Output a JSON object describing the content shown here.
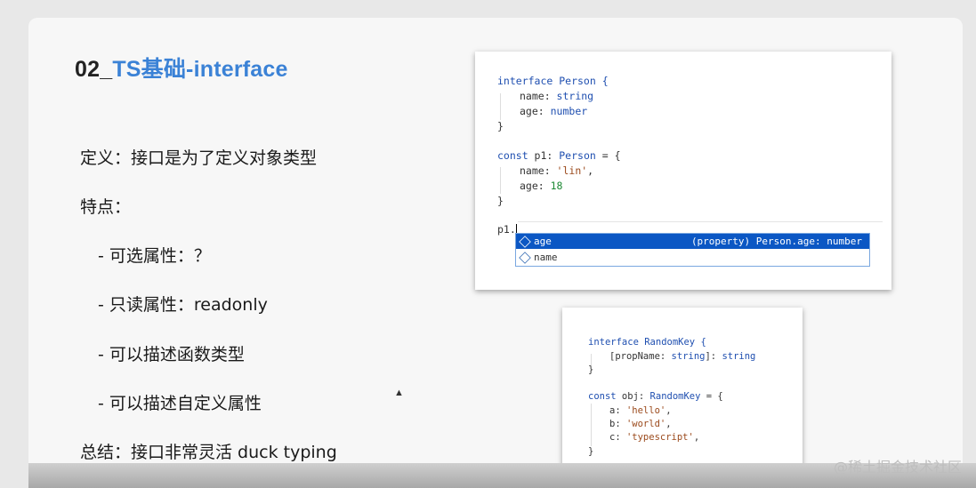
{
  "slide": {
    "title_number": "02_",
    "title_text": "TS基础-interface",
    "definition": "定义：接口是为了定义对象类型",
    "features_label": "特点：",
    "features": [
      "- 可选属性：？",
      "- 只读属性：readonly",
      "- 可以描述函数类型",
      "- 可以描述自定义属性"
    ],
    "summary": "总结：接口非常灵活 duck typing"
  },
  "code_top": {
    "l1_kw": "interface",
    "l1_name": " Person {",
    "l2_prop": "name: ",
    "l2_type": "string",
    "l3_prop": "age: ",
    "l3_type": "number",
    "l4": "}",
    "l5_kw": "const",
    "l5_rest": " p1: ",
    "l5_type": "Person",
    "l5_end": " = {",
    "l6_prop": "name: ",
    "l6_val": "'lin'",
    "l6_end": ",",
    "l7_prop": "age: ",
    "l7_val": "18",
    "l8": "}",
    "l9": "p1."
  },
  "autocomplete": {
    "items": [
      {
        "label": "age",
        "detail": "(property) Person.age: number"
      },
      {
        "label": "name",
        "detail": ""
      }
    ]
  },
  "code_bottom": {
    "l1_kw": "interface",
    "l1_name": " RandomKey {",
    "l2_a": "[propName: ",
    "l2_type": "string",
    "l2_b": "]: ",
    "l2_type2": "string",
    "l3": "}",
    "l4_kw": "const",
    "l4_rest": " obj: ",
    "l4_type": "RandomKey",
    "l4_end": " = {",
    "l5_k": "a: ",
    "l5_v": "'hello'",
    "l5_e": ",",
    "l6_k": "b: ",
    "l6_v": "'world'",
    "l6_e": ",",
    "l7_k": "c: ",
    "l7_v": "'typescript'",
    "l7_e": ",",
    "l8": "}"
  },
  "watermark": "@稀土掘金技术社区",
  "colors": {
    "accent": "#3b82d6",
    "keyword": "#1f4fb0",
    "string": "#9b4a1c",
    "number": "#1e8a35",
    "selection": "#0b57c4"
  }
}
